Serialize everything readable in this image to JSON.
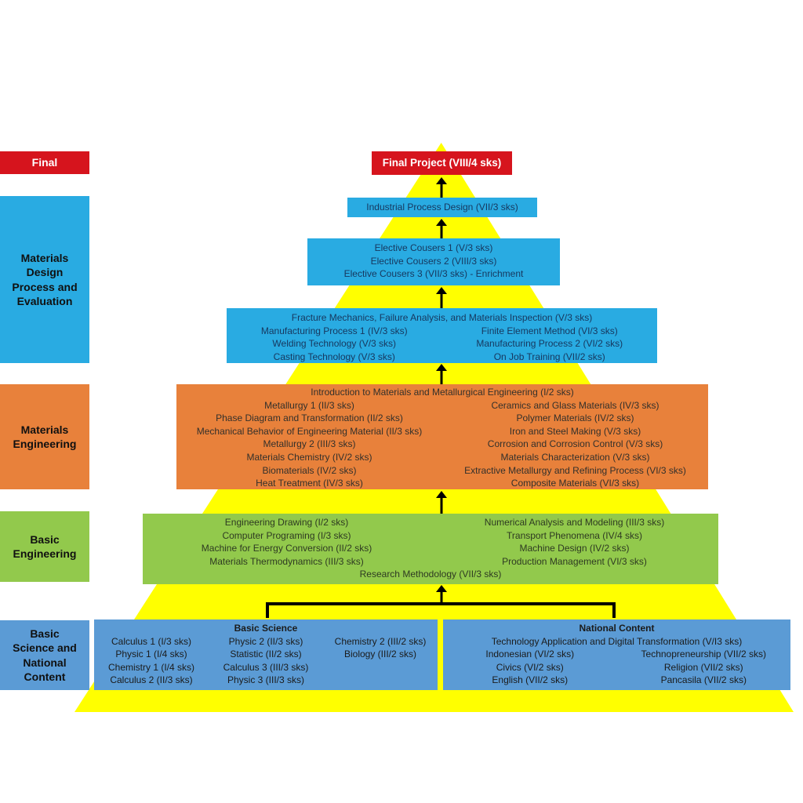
{
  "colors": {
    "red": "#D6141D",
    "cyan": "#29ABE2",
    "orange": "#E8813B",
    "green": "#92C94C",
    "steel": "#5B9BD5",
    "yellow": "#FFFF00",
    "navy_text": "#17375E",
    "dark_text": "#2E2E2E"
  },
  "left_labels": [
    {
      "label": "Final"
    },
    {
      "label": "Materials Design Process and Evaluation"
    },
    {
      "label": "Materials Engineering"
    },
    {
      "label": "Basic Engineering"
    },
    {
      "label": "Basic Science and National Content"
    }
  ],
  "pyramid": {
    "final_project": "Final Project (VIII/4 sks)",
    "industrial_design": "Industrial Process Design (VII/3 sks)",
    "electives": [
      "Elective Cousers 1 (V/3 sks)",
      "Elective Cousers 2 (VIII/3 sks)",
      "Elective Cousers 3 (VII/3 sks) - Enrichment"
    ],
    "design_evaluation": {
      "full": "Fracture Mechanics, Failure Analysis, and Materials Inspection (V/3 sks)",
      "left": [
        "Manufacturing Process 1 (IV/3 sks)",
        "Welding Technology (V/3 sks)",
        "Casting Technology (V/3 sks)"
      ],
      "right": [
        "Finite Element Method (VI/3 sks)",
        "Manufacturing Process 2 (VI/2 sks)",
        "On Job Training (VII/2 sks)"
      ]
    },
    "materials_engineering": {
      "full": "Introduction to Materials and Metallurgical Engineering (I/2 sks)",
      "left": [
        "Metallurgy 1 (II/3 sks)",
        "Phase Diagram and Transformation (II/2 sks)",
        "Mechanical Behavior of Engineering Material (II/3 sks)",
        "Metallurgy 2 (III/3 sks)",
        "Materials Chemistry (IV/2 sks)",
        "Biomaterials (IV/2 sks)",
        "Heat Treatment (IV/3 sks)"
      ],
      "right": [
        "Ceramics and Glass Materials (IV/3 sks)",
        "Polymer Materials (IV/2 sks)",
        "Iron and Steel Making (V/3 sks)",
        "Corrosion and Corrosion Control (V/3 sks)",
        "Materials Characterization (V/3 sks)",
        "Extractive Metallurgy and Refining Process (VI/3 sks)",
        "Composite Materials (VI/3 sks)"
      ]
    },
    "basic_engineering": {
      "left": [
        "Engineering Drawing (I/2 sks)",
        "Computer Programing (I/3 sks)",
        "Machine for Energy Conversion (II/2 sks)",
        "Materials Thermodynamics (III/3 sks)"
      ],
      "right": [
        "Numerical Analysis and Modeling (III/3 sks)",
        "Transport Phenomena (IV/4 sks)",
        "Machine Design (IV/2 sks)",
        "Production Management (VI/3 sks)"
      ],
      "full_bottom": "Research Methodology (VII/3 sks)"
    },
    "basic_science": {
      "title": "Basic Science",
      "col1": [
        "Calculus 1 (I/3 sks)",
        "Physic 1 (I/4 sks)",
        "Chemistry 1 (I/4 sks)",
        "Calculus 2 (II/3 sks)"
      ],
      "col2": [
        "Physic 2 (II/3 sks)",
        "Statistic (II/2 sks)",
        "Calculus 3 (III/3 sks)",
        "Physic 3 (III/3 sks)"
      ],
      "col3": [
        "Chemistry 2 (III/2 sks)",
        "Biology (III/2 sks)"
      ]
    },
    "national_content": {
      "title": "National Content",
      "full": "Technology Application and Digital Transformation (V/I3 sks)",
      "col1": [
        "Indonesian (VI/2 sks)",
        "Civics (VI/2 sks)",
        "English (VII/2 sks)"
      ],
      "col2": [
        "Technopreneurship (VII/2 sks)",
        "Religion (VII/2 sks)",
        "Pancasila (VII/2 sks)"
      ]
    }
  }
}
